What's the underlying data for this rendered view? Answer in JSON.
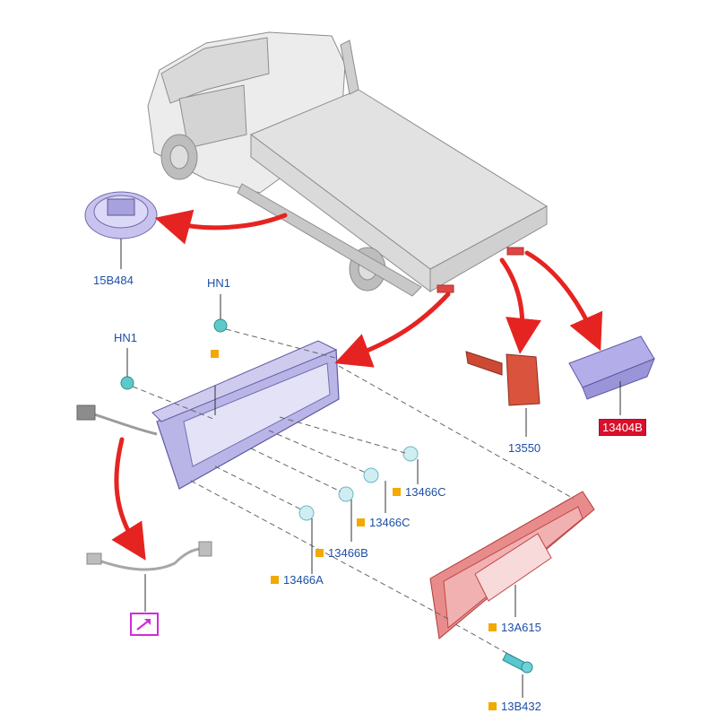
{
  "colors": {
    "label_text": "#1e4fa6",
    "square_bullet": "#f2a900",
    "arrow": "#e52421",
    "highlight_bg": "#d8102b",
    "nav_box": "#d22bd8",
    "lamp_body": "#b9b5e6",
    "red_lens": "#e04545"
  },
  "labels": {
    "p15b484": "15B484",
    "hn1_top": "HN1",
    "hn1_left": "HN1",
    "p13550": "13550",
    "p13404b": "13404B",
    "p13466c_a": "13466C",
    "p13466c_b": "13466C",
    "p13466b": "13466B",
    "p13466a": "13466A",
    "p13a615": "13A615",
    "p13b432": "13B432"
  },
  "icons": {
    "nav": "arrow-link-icon"
  }
}
